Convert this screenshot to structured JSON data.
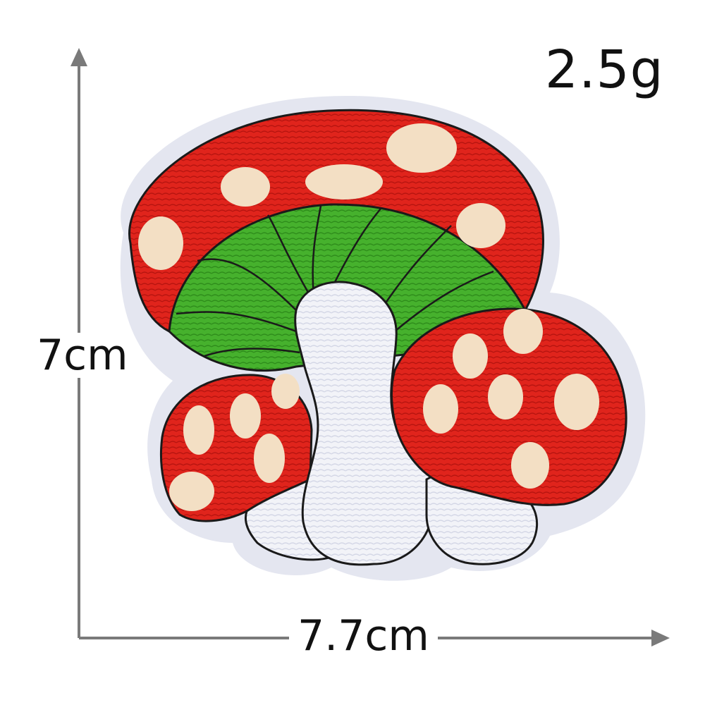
{
  "weight_label": "2.5g",
  "height_label": "7cm",
  "width_label": "7.7cm",
  "colors": {
    "arrow": "#7a7a7a",
    "felt": "#e4e6f0",
    "cap_red": "#e0241c",
    "gills_green": "#46b12d",
    "stem_white": "#f2f3f8",
    "spots": "#f3dfc4",
    "outline": "#1a1a1a"
  }
}
